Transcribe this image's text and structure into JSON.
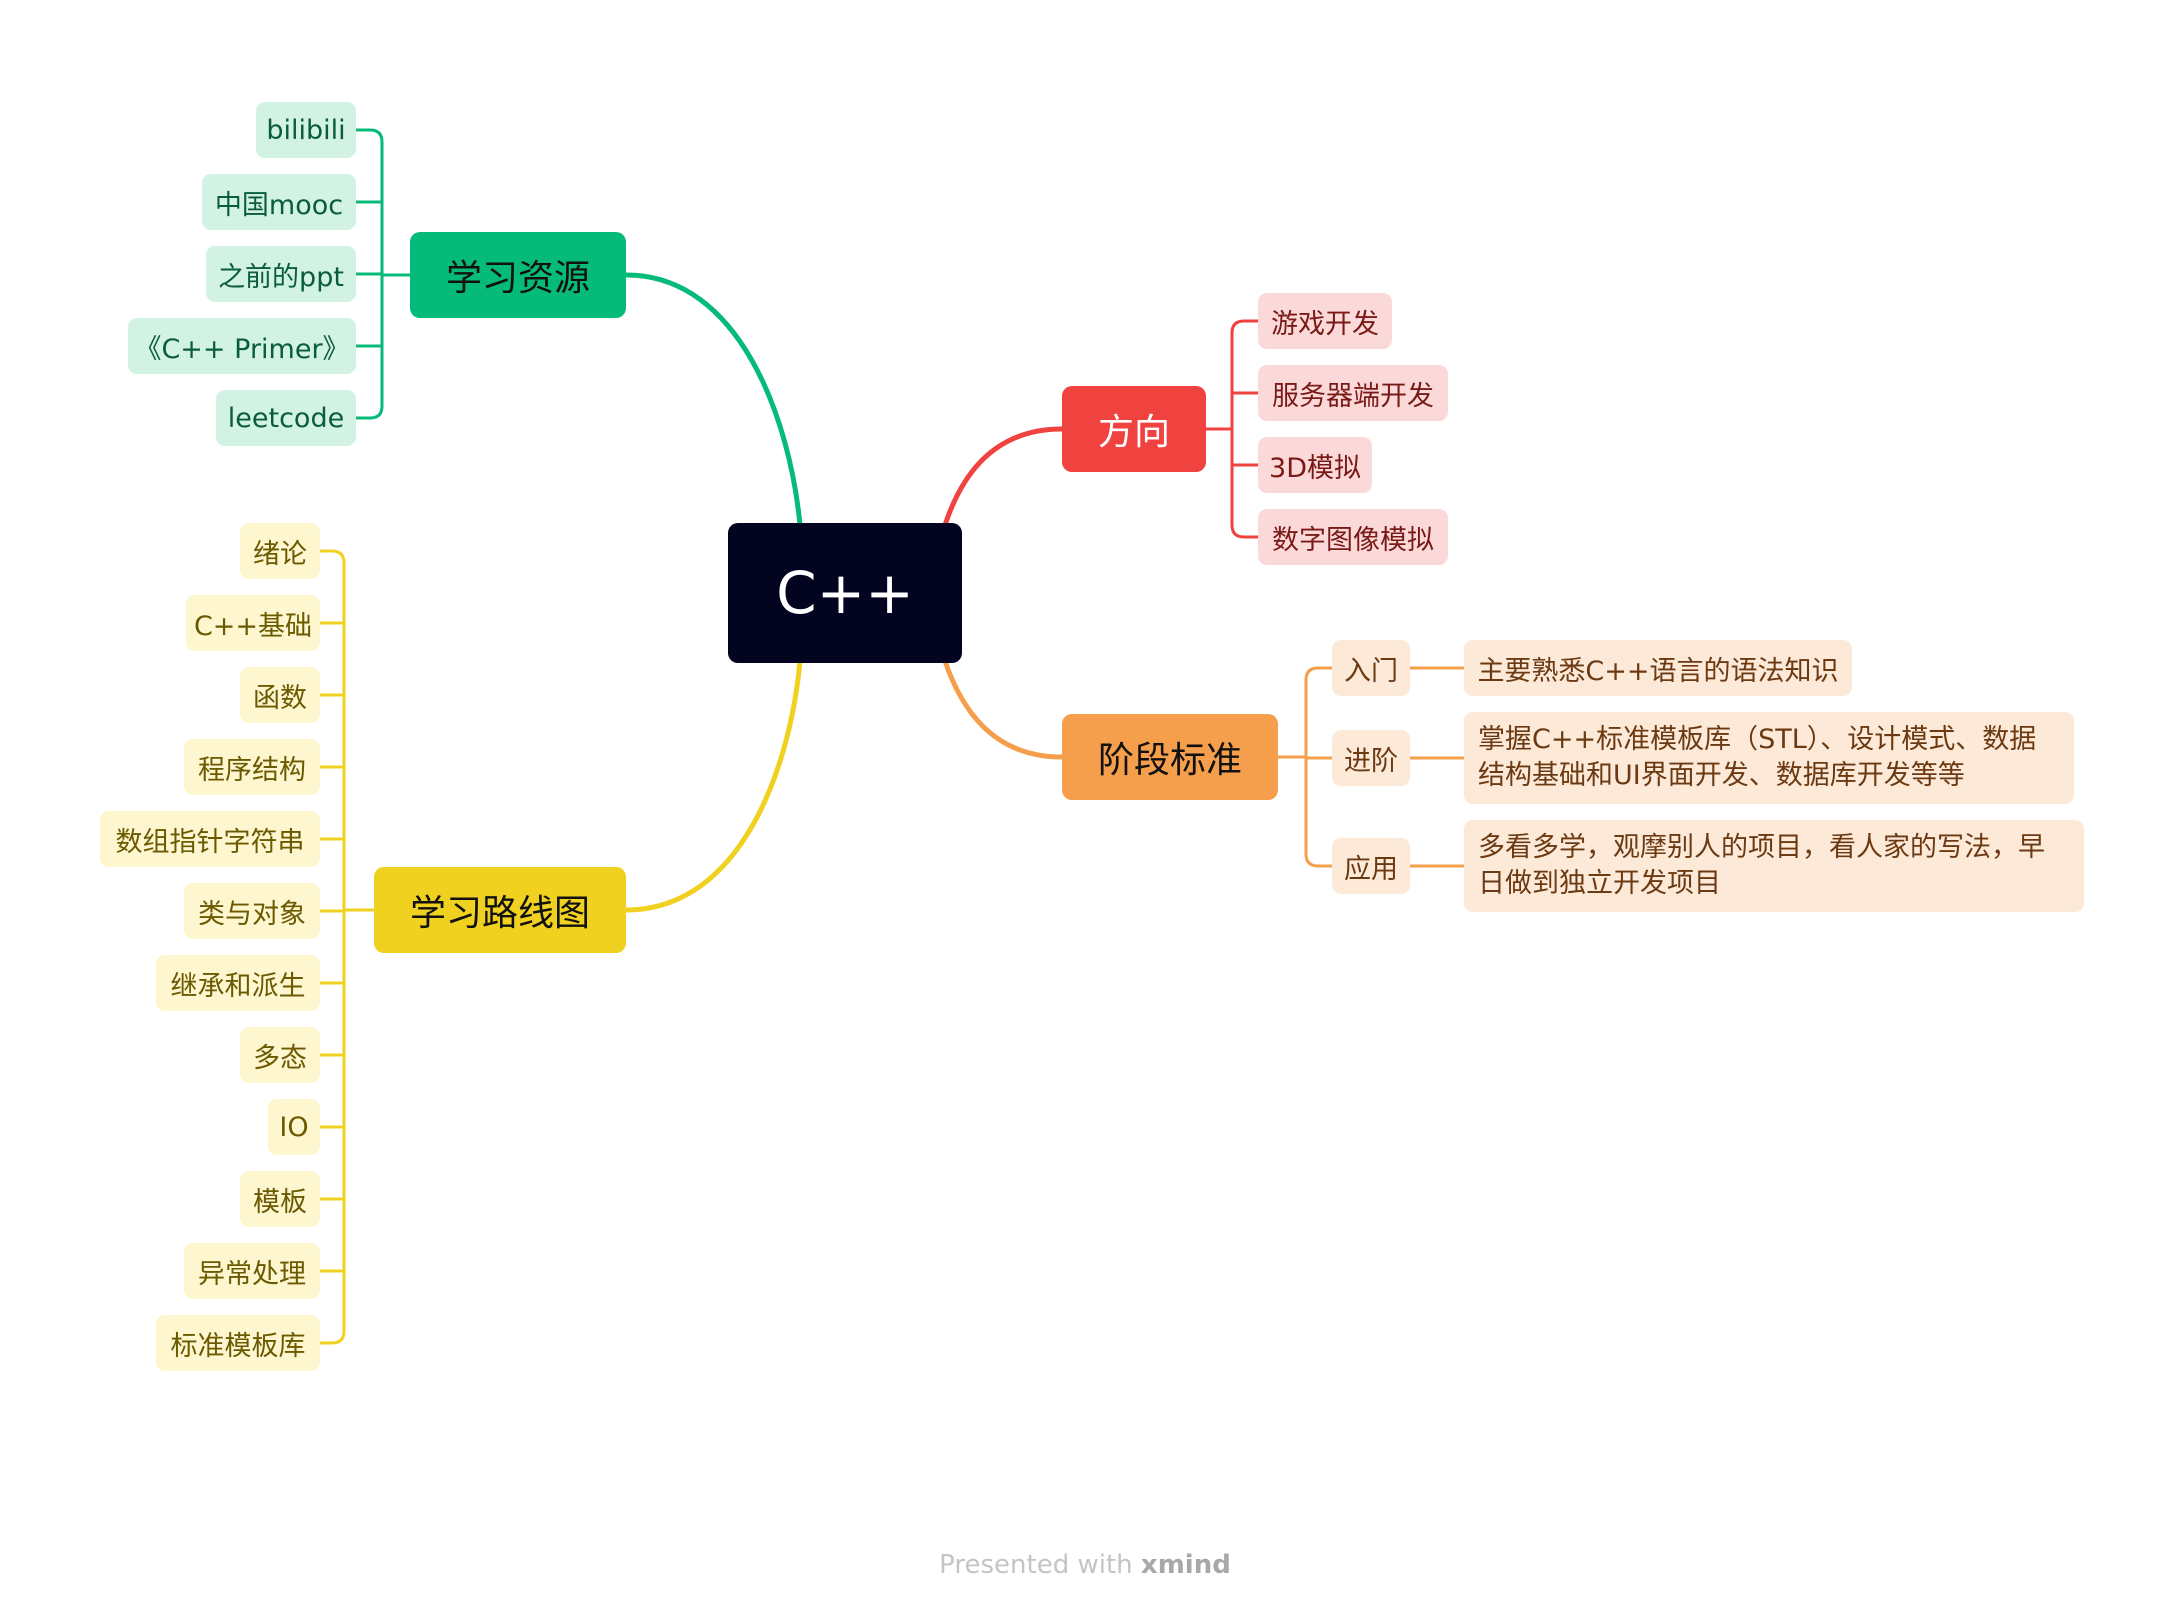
{
  "root": {
    "label": "C++",
    "color": "#03041f"
  },
  "branches": {
    "resources": {
      "label": "学习资源",
      "color": "#06ba79",
      "leaf_bg": "#d2f2e4",
      "text": "#0a5c3e",
      "items": [
        "bilibili",
        "中国mooc",
        "之前的ppt",
        "《C++ Primer》",
        "leetcode"
      ]
    },
    "roadmap": {
      "label": "学习路线图",
      "color": "#f1d11f",
      "leaf_bg": "#fdf6cf",
      "text": "#6b5a00",
      "items": [
        "绪论",
        "C++基础",
        "函数",
        "程序结构",
        "数组指针字符串",
        "类与对象",
        "继承和派生",
        "多态",
        "IO",
        "模板",
        "异常处理",
        "标准模板库"
      ]
    },
    "direction": {
      "label": "方向",
      "color": "#f0423f",
      "leaf_bg": "#fbd9d8",
      "text": "#7a1a18",
      "items": [
        "游戏开发",
        "服务器端开发",
        "3D模拟",
        "数字图像模拟"
      ]
    },
    "stages": {
      "label": "阶段标准",
      "color": "#f59e4b",
      "leaf_bg": "#fde9d8",
      "text": "#6b3a12",
      "items": [
        {
          "label": "入门",
          "detail": "主要熟悉C++语言的语法知识"
        },
        {
          "label": "进阶",
          "detail": "掌握C++标准模板库（STL）、设计模式、数据结构基础和UI界面开发、数据库开发等等"
        },
        {
          "label": "应用",
          "detail": "多看多学，观摩别人的项目，看人家的写法，早日做到独立开发项目"
        }
      ]
    }
  },
  "footer": {
    "prefix": "Presented with",
    "brand": "xmind"
  }
}
